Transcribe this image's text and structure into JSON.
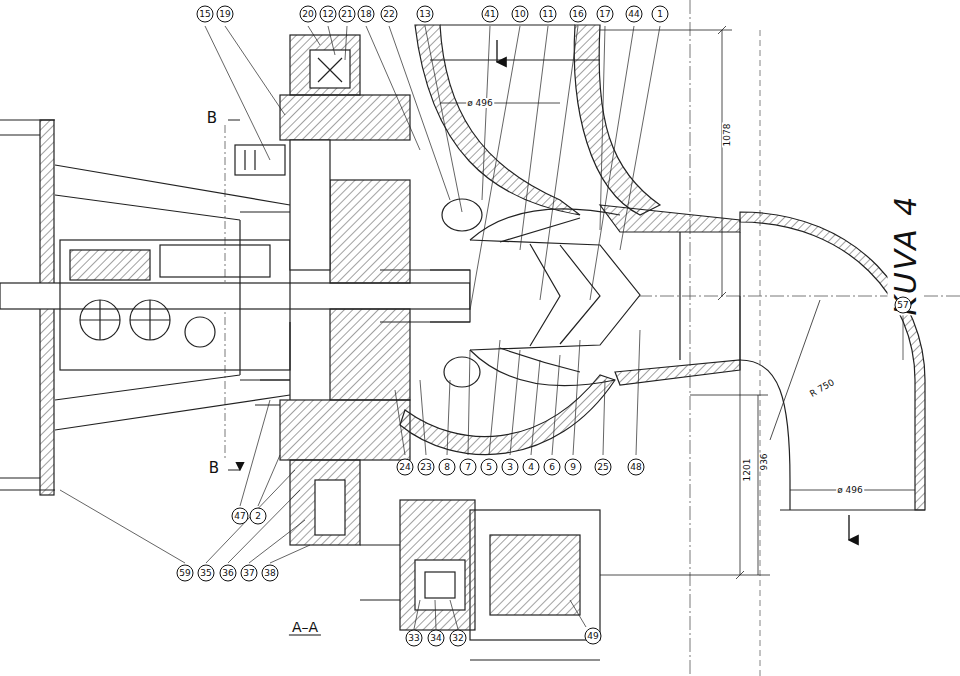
{
  "diagram": {
    "labels": [
      "15",
      "19",
      "20",
      "12",
      "21",
      "18",
      "22",
      "13",
      "41",
      "10",
      "11",
      "16",
      "17",
      "44",
      "1",
      "24",
      "23",
      "8",
      "7",
      "5",
      "3",
      "4",
      "6",
      "9",
      "25",
      "48",
      "47",
      "2",
      "59",
      "35",
      "36",
      "37",
      "38",
      "33",
      "34",
      "32",
      "49",
      "A–A",
      "B",
      "B",
      "KUVA 4",
      "57",
      "ø 496",
      "1078",
      "ø 496",
      "R 750",
      "1201",
      "936"
    ]
  }
}
